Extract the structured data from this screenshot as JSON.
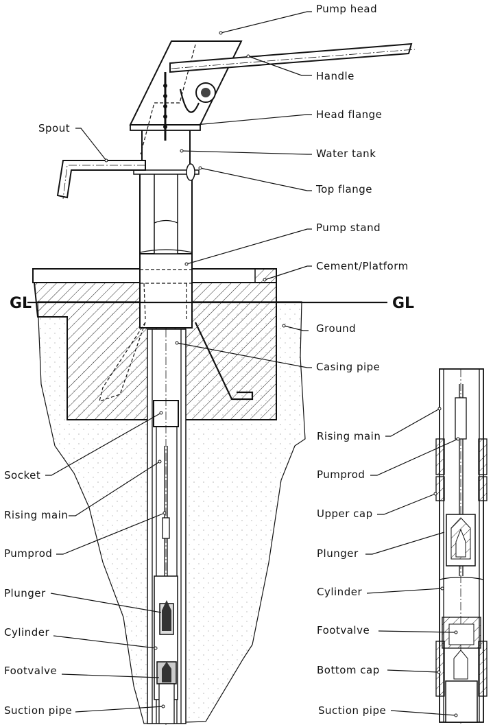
{
  "title": "Hand pump cross-section diagram",
  "main_labels": {
    "pump_head": "Pump head",
    "handle": "Handle",
    "head_flange": "Head flange",
    "spout": "Spout",
    "water_tank": "Water tank",
    "top_flange": "Top flange",
    "pump_stand": "Pump stand",
    "cement_platform": "Cement/Platform",
    "ground": "Ground",
    "casing_pipe": "Casing pipe",
    "socket": "Socket",
    "rising_main": "Rising main",
    "pumprod": "Pumprod",
    "plunger": "Plunger",
    "cylinder": "Cylinder",
    "footvalve": "Footvalve",
    "suction_pipe": "Suction pipe"
  },
  "ground_level": {
    "left": "GL",
    "right": "GL"
  },
  "detail_labels": {
    "rising_main": "Rising main",
    "pumprod": "Pumprod",
    "upper_cap": "Upper cap",
    "plunger": "Plunger",
    "cylinder": "Cylinder",
    "footvalve": "Footvalve",
    "bottom_cap": "Bottom cap",
    "suction_pipe": "Suction pipe"
  }
}
